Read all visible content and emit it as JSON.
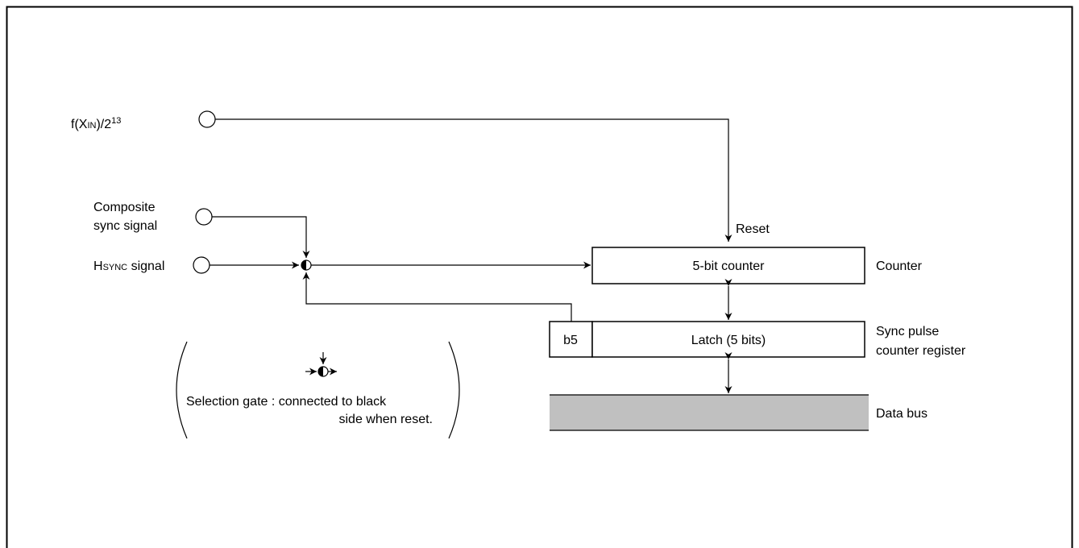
{
  "inputs": {
    "clock": {
      "prefix": "f(X",
      "sub": "IN",
      "mid": ")/2",
      "exp": "13"
    },
    "composite": {
      "line1": "Composite",
      "line2": "sync signal"
    },
    "hsync": {
      "cap": "H",
      "smallcaps": "SYNC",
      "rest": " signal"
    }
  },
  "reset_label": "Reset",
  "counter": {
    "box": "5-bit counter",
    "name": "Counter"
  },
  "latch": {
    "bit": "b5",
    "box": "Latch (5 bits)",
    "name_line1": "Sync pulse",
    "name_line2": "counter register"
  },
  "data_bus": {
    "name": "Data bus"
  },
  "legend": {
    "line1": "Selection gate : connected to black",
    "line2": "side when reset."
  },
  "colors": {
    "line": "#000000",
    "bus_fill": "#c0c0c0",
    "background": "#ffffff"
  }
}
